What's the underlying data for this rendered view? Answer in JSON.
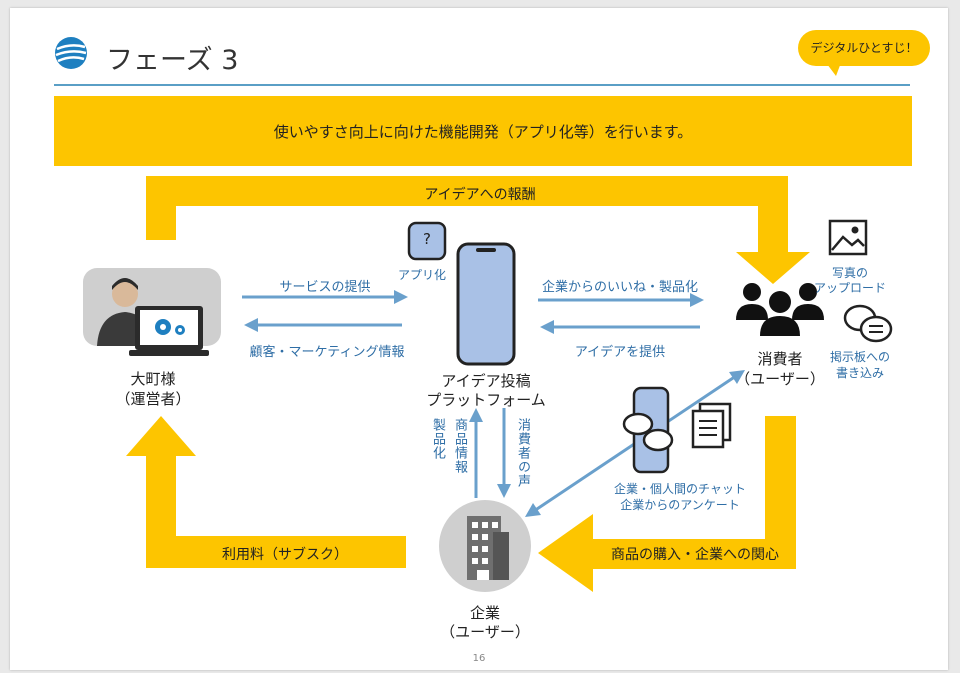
{
  "header": {
    "title": "フェーズ 3",
    "badge": "デジタルひとすじ！"
  },
  "banner": {
    "text": "使いやすさ向上に向けた機能開発（アプリ化等）を行います。"
  },
  "flows": {
    "top_reward": "アイデアへの報酬",
    "service_provide": "サービスの提供",
    "customer_info": "顧客・マーケティング情報",
    "likes_products": "企業からのいいね・製品化",
    "idea_provide": "アイデアを提供",
    "product_info": "商品情報",
    "productize": "製品化",
    "consumer_voice": "消費者の声",
    "chat_survey_line1": "企業・個人間のチャット",
    "chat_survey_line2": "企業からのアンケート",
    "subscription": "利用料（サブスク）",
    "purchase_interest": "商品の購入・企業への関心"
  },
  "nodes": {
    "operator_name": "大町様",
    "operator_role": "（運営者）",
    "platform_line1": "アイデア投稿",
    "platform_line2": "プラットフォーム",
    "app_label": "アプリ化",
    "app_icon_glyph": "?",
    "consumer_name": "消費者",
    "consumer_role": "（ユーザー）",
    "company_name": "企業",
    "company_role": "（ユーザー）"
  },
  "features": {
    "photo_line1": "写真の",
    "photo_line2": "アップロード",
    "board_line1": "掲示板への",
    "board_line2": "書き込み"
  },
  "footer": {
    "page_number": "16"
  },
  "colors": {
    "accent_yellow": "#fdc500",
    "flow_blue": "#6aa0cc",
    "label_blue": "#2f6ea6",
    "header_rule": "#5a9fc6"
  }
}
